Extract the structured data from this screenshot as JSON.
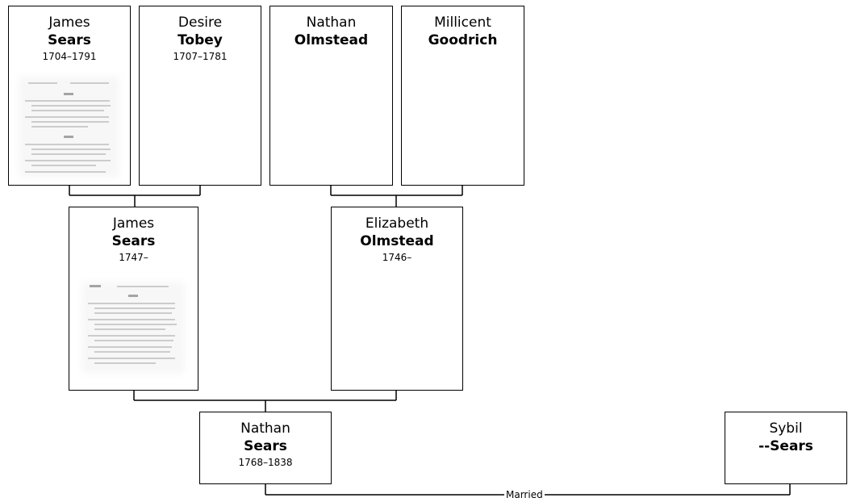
{
  "people": [
    {
      "id": "james-sears-1704",
      "given": "James",
      "surname": "Sears",
      "dates": "1704–1791",
      "has_document": true
    },
    {
      "id": "desire-tobey",
      "given": "Desire",
      "surname": "Tobey",
      "dates": "1707–1781",
      "has_document": false
    },
    {
      "id": "nathan-olmstead",
      "given": "Nathan",
      "surname": "Olmstead",
      "dates": "",
      "has_document": false
    },
    {
      "id": "millicent-goodrich",
      "given": "Millicent",
      "surname": "Goodrich",
      "dates": "",
      "has_document": false
    },
    {
      "id": "james-sears-1747",
      "given": "James",
      "surname": "Sears",
      "dates": "1747–",
      "has_document": true
    },
    {
      "id": "elizabeth-olmstead",
      "given": "Elizabeth",
      "surname": "Olmstead",
      "dates": "1746–",
      "has_document": false
    },
    {
      "id": "nathan-sears",
      "given": "Nathan",
      "surname": "Sears",
      "dates": "1768–1838",
      "has_document": false
    },
    {
      "id": "sybil-sears",
      "given": "Sybil",
      "surname": "--Sears",
      "dates": "",
      "has_document": false
    }
  ],
  "couples": [
    {
      "partners": [
        "james-sears-1704",
        "desire-tobey"
      ],
      "child": "james-sears-1747"
    },
    {
      "partners": [
        "nathan-olmstead",
        "millicent-goodrich"
      ],
      "child": "elizabeth-olmstead"
    },
    {
      "partners": [
        "james-sears-1747",
        "elizabeth-olmstead"
      ],
      "child": "nathan-sears"
    },
    {
      "partners": [
        "nathan-sears",
        "sybil-sears"
      ],
      "label": "Married"
    }
  ]
}
